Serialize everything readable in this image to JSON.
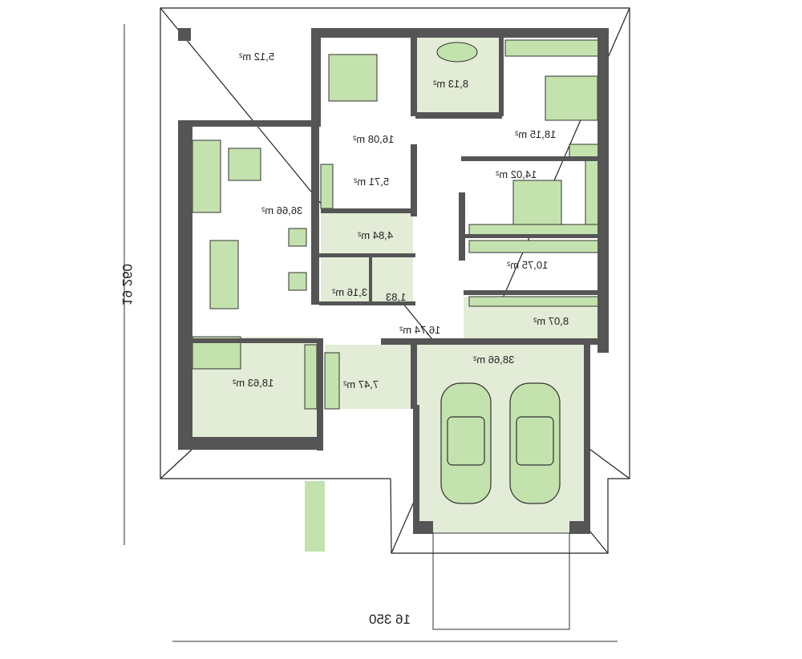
{
  "colors": {
    "wall": "#555555",
    "room_fill": "#e3ecd6",
    "furniture": "#c4e2ad",
    "outline": "#222222"
  },
  "rooms": [
    {
      "id": "terrace",
      "area": "5,12 m²"
    },
    {
      "id": "bedroom-1",
      "area": "16,08 m²"
    },
    {
      "id": "bathroom",
      "area": "8,13 m²"
    },
    {
      "id": "bedroom-2",
      "area": "18,15 m²"
    },
    {
      "id": "bedroom-3",
      "area": "14,02 m²"
    },
    {
      "id": "closet",
      "area": "5,71 m²"
    },
    {
      "id": "living-room",
      "area": "36,66 m²"
    },
    {
      "id": "laundry",
      "area": "4,84 m²"
    },
    {
      "id": "shower-room",
      "area": "3,16 m²"
    },
    {
      "id": "wc",
      "area": "1,83"
    },
    {
      "id": "office",
      "area": "10,75 m²"
    },
    {
      "id": "hall",
      "area": "16,74 m²"
    },
    {
      "id": "utility",
      "area": "8,07 m²"
    },
    {
      "id": "garage",
      "area": "38,66 m²"
    },
    {
      "id": "kitchen",
      "area": "18,63 m²"
    },
    {
      "id": "entrance",
      "area": "7,47 m²"
    }
  ],
  "dimensions": {
    "width": "16 350",
    "depth": "19 260"
  }
}
